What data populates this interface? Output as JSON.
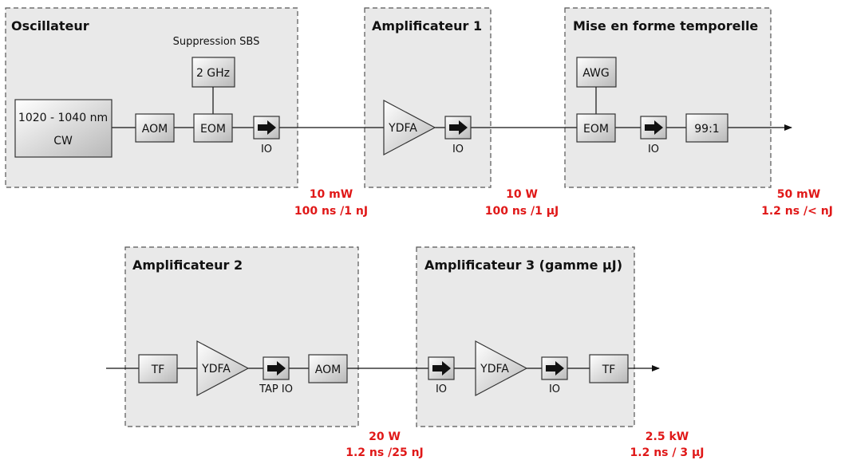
{
  "colors": {
    "accent_red": "#e01818",
    "box_fill": "#e9e9e9",
    "block_light": "#ffffff",
    "block_dark": "#b8b8b8"
  },
  "row1": {
    "oscillator": {
      "title": "Oscillateur",
      "laser_line1": "1020 - 1040 nm",
      "laser_line2": "CW",
      "aom": "AOM",
      "sbs_caption": "Suppression SBS",
      "rf_source": "2 GHz",
      "eom": "EOM",
      "isolator": "IO"
    },
    "amp1": {
      "title": "Amplificateur 1",
      "amplifier": "YDFA",
      "isolator": "IO"
    },
    "shaping": {
      "title": "Mise en forme temporelle",
      "awg": "AWG",
      "eom": "EOM",
      "isolator": "IO",
      "coupler": "99:1"
    },
    "metrics": [
      {
        "power": "10 mW",
        "pulse": "100 ns /1 nJ"
      },
      {
        "power": "10 W",
        "pulse": "100 ns /1 µJ"
      },
      {
        "power": "50 mW",
        "pulse": "1.2 ns /< nJ"
      }
    ]
  },
  "row2": {
    "amp2": {
      "title": "Amplificateur 2",
      "filter": "TF",
      "amplifier": "YDFA",
      "isolator": "TAP IO",
      "aom": "AOM"
    },
    "amp3": {
      "title": "Amplificateur 3 (gamme µJ)",
      "isolator_in": "IO",
      "amplifier": "YDFA",
      "isolator_out": "IO",
      "filter": "TF"
    },
    "metrics": [
      {
        "power": "20 W",
        "pulse": "1.2 ns /25 nJ"
      },
      {
        "power": "2.5 kW",
        "pulse": "1.2 ns / 3 µJ"
      }
    ]
  }
}
